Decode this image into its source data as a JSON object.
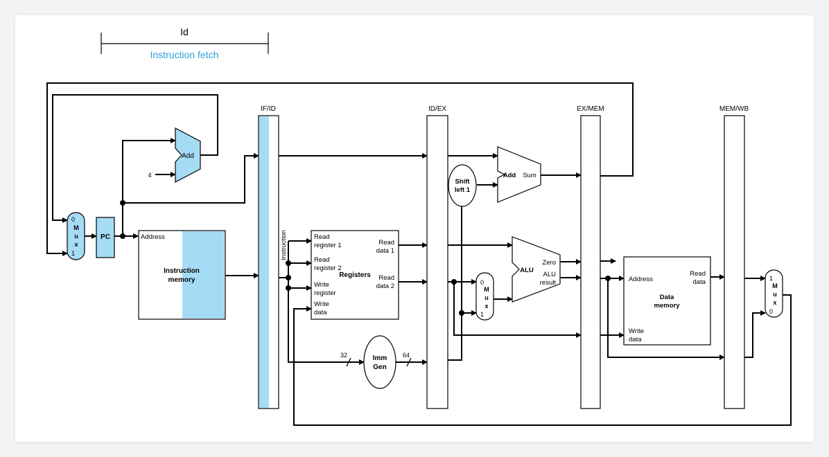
{
  "header": {
    "stage_label": "Id",
    "stage_title": "Instruction fetch"
  },
  "colors": {
    "accent": "#a6dbf6",
    "title": "#2a9fd6",
    "wire": "#000000"
  },
  "pipeline_registers": [
    "IF/ID",
    "ID/EX",
    "EX/MEM",
    "MEM/WB"
  ],
  "if_stage": {
    "mux_left": {
      "letters": [
        "M",
        "u",
        "x"
      ],
      "in0": "0",
      "in1": "1"
    },
    "pc": "PC",
    "add": "Add",
    "four": "4",
    "imem_address": "Address",
    "imem_name_1": "Instruction",
    "imem_name_2": "memory",
    "instruction_bus": "Instruction"
  },
  "registers_block": {
    "read_reg1_a": "Read",
    "read_reg1_b": "register 1",
    "read_reg2_a": "Read",
    "read_reg2_b": "register 2",
    "write_reg_a": "Write",
    "write_reg_b": "register",
    "write_data_a": "Write",
    "write_data_b": "data",
    "read_data1_a": "Read",
    "read_data1_b": "data 1",
    "read_data2_a": "Read",
    "read_data2_b": "data 2",
    "name": "Registers"
  },
  "imm_gen": {
    "line1": "Imm",
    "line2": "Gen",
    "in_width": "32",
    "out_width": "64"
  },
  "ex_stage": {
    "shift_1": "Shift",
    "shift_2": "left 1",
    "add": "Add",
    "sum": "Sum",
    "alu": "ALU",
    "zero": "Zero",
    "alu_result_1": "ALU",
    "alu_result_2": "result",
    "mux_ex": {
      "letters": [
        "M",
        "u",
        "x"
      ],
      "in0": "0",
      "in1": "1"
    }
  },
  "mem_stage": {
    "address": "Address",
    "read_1": "Read",
    "read_2": "data",
    "write_1": "Write",
    "write_2": "data",
    "name_1": "Data",
    "name_2": "memory"
  },
  "wb_stage": {
    "mux_wb": {
      "letters": [
        "M",
        "u",
        "x"
      ],
      "in1": "1",
      "in0": "0"
    }
  }
}
